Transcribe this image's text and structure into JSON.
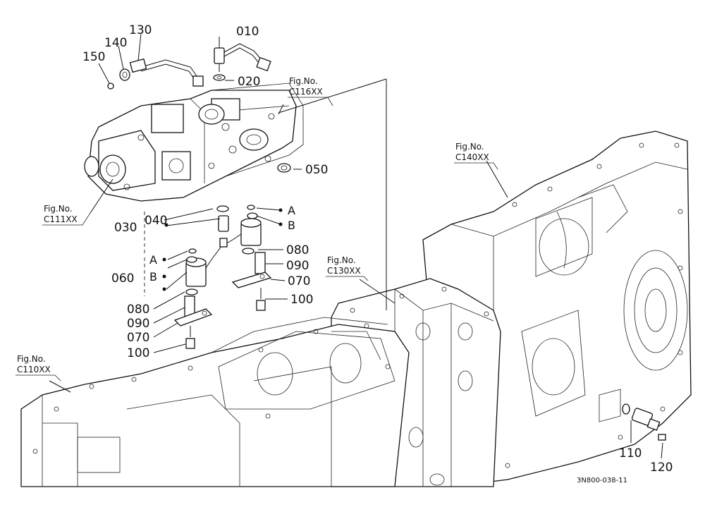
{
  "figure_ref": "3N800-038-11",
  "figure_links": {
    "c116": [
      "Fig.No.",
      "C116XX"
    ],
    "c140": [
      "Fig.No.",
      "C140XX"
    ],
    "c111": [
      "Fig.No.",
      "C111XX"
    ],
    "c130": [
      "Fig.No.",
      "C130XX"
    ],
    "c110": [
      "Fig.No.",
      "C110XX"
    ]
  },
  "part_numbers": {
    "p010": "010",
    "p020": "020",
    "p130": "130",
    "p140": "140",
    "p150": "150",
    "p050": "050",
    "p030": "030",
    "p040": "040",
    "p060": "060",
    "p080a": "080",
    "p090a": "090",
    "p070a": "070",
    "p100a": "100",
    "p080b": "080",
    "p090b": "090",
    "p070b": "070",
    "p100b": "100",
    "p110": "110",
    "p120": "120"
  },
  "connector_marks": {
    "a_right": "A",
    "b_right": "B",
    "a_left": "A",
    "b_left": "B"
  }
}
